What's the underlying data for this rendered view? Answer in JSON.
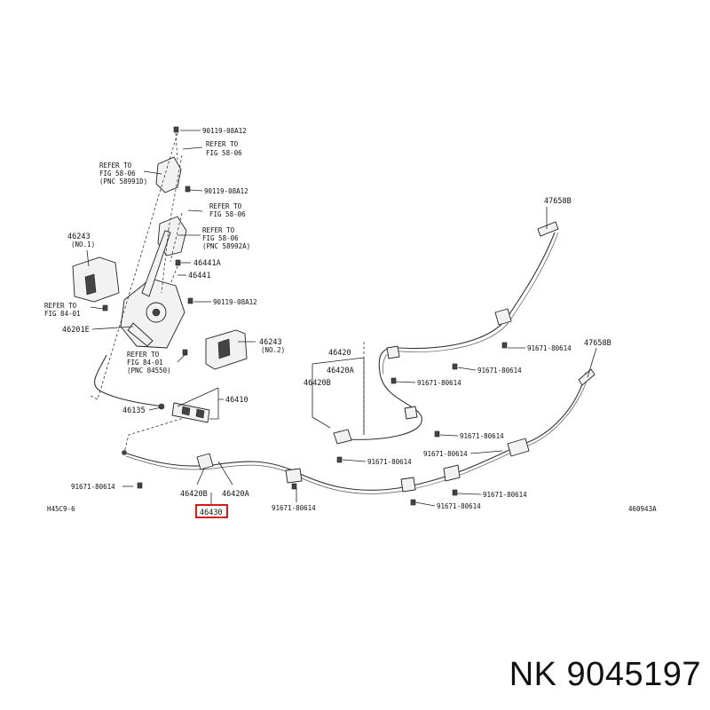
{
  "diagram": {
    "labels": {
      "top_bolt": "90119-08A12",
      "refer_top_a": "REFER TO",
      "refer_top_b": "FIG 58-06",
      "refer_left_a": "REFER TO",
      "refer_left_b": "FIG 58-06",
      "refer_left_c": "(PNC 58991D)",
      "mid_bolt": "90119-08A12",
      "refer_mid_a": "REFER TO",
      "refer_mid_b": "FIG 58-06",
      "refer_mid2_a": "REFER TO",
      "refer_mid2_b": "FIG 58-06",
      "refer_mid2_c": "(PNC 58992A)",
      "p46243_left": "46243",
      "p46243_left_sub": "(NO.1)",
      "p46441a": "46441A",
      "p46441": "46441",
      "refer_84_a": "REFER TO",
      "refer_84_b": "FIG 84-01",
      "p46201e": "46201E",
      "bolt_90119_low": "90119-08A12",
      "p46243_right": "46243",
      "p46243_right_sub": "(NO.2)",
      "refer_84b_a": "REFER TO",
      "refer_84b_b": "FIG 84-01",
      "refer_84b_c": "(PNC 84550)",
      "p46410": "46410",
      "p46135": "46135",
      "p47658b_top": "47658B",
      "p47658b_right": "47658B",
      "p46420": "46420",
      "p46420a_box": "46420A",
      "p46420b_box": "46420B",
      "b91671_1": "91671-80614",
      "b91671_2": "91671-80614",
      "b91671_3": "91671-80614",
      "b91671_4": "91671-80614",
      "b91671_5": "91671-80614",
      "b91671_6": "91671-80614",
      "b91671_7": "91671-80614",
      "b91671_8": "91671-80614",
      "b91671_9": "91671-80614",
      "b91671_10": "91671-80614",
      "p46420b_low": "46420B",
      "p46420a_low": "46420A",
      "p46430": "46430",
      "code_left": "H45C9-6",
      "code_right": "460943A"
    }
  },
  "brand": {
    "text": "NK 9045197"
  }
}
